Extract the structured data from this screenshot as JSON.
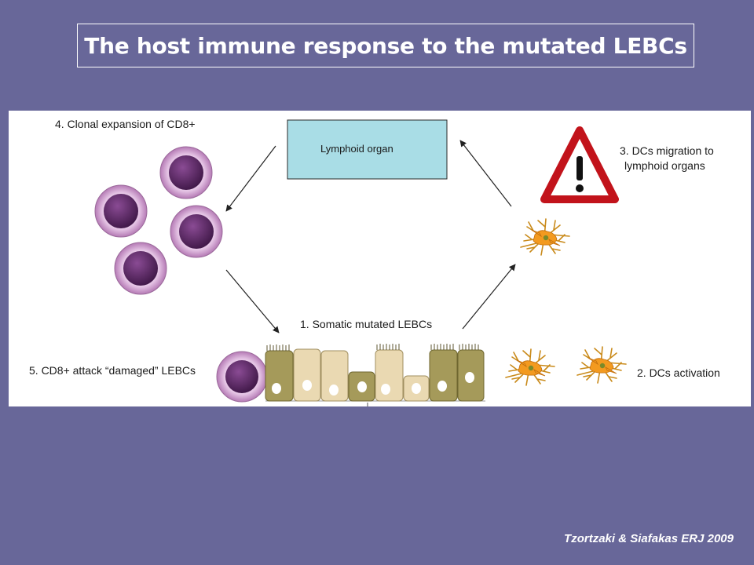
{
  "slide": {
    "title": "The host immune response to the mutated LEBCs",
    "citation": "Tzortzaki & Siafakas ERJ 2009"
  },
  "diagram": {
    "lymphoid_organ": "Lymphoid organ",
    "step1": "1. Somatic mutated LEBCs",
    "step2": "2. DCs activation",
    "step3_line1": "3. DCs migration to",
    "step3_line2": "lymphoid organs",
    "step4": "4. Clonal expansion of CD8+",
    "step5": "5. CD8+ attack “damaged” LEBCs"
  },
  "colors": {
    "background": "#686799",
    "lymphoid_box": "#a9dde6",
    "cd8_cell": "#5b2a63",
    "cd8_ring": "#c89ac8",
    "epithelial_dark": "#a59a5a",
    "epithelial_light": "#ead9b2",
    "dendritic_cell": "#f39a1f",
    "warning_red": "#c2131b"
  }
}
